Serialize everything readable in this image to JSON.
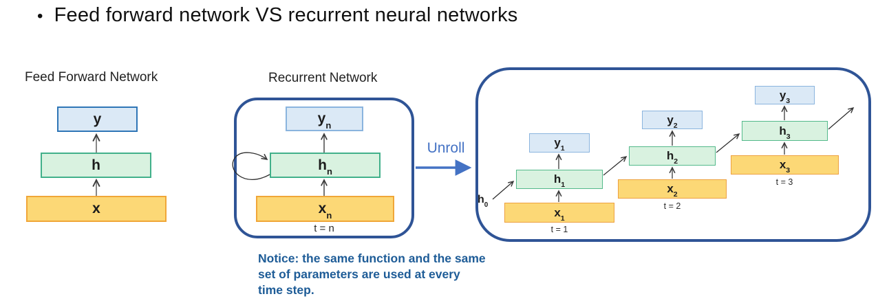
{
  "title": {
    "bullet": "•",
    "text": "Feed forward network VS recurrent neural networks"
  },
  "ffn": {
    "label": "Feed Forward Network",
    "boxes": {
      "y": {
        "base": "y",
        "sub": ""
      },
      "h": {
        "base": "h",
        "sub": ""
      },
      "x": {
        "base": "x",
        "sub": ""
      }
    }
  },
  "rnn": {
    "label": "Recurrent Network",
    "boxes": {
      "y": {
        "base": "y",
        "sub": "n"
      },
      "h": {
        "base": "h",
        "sub": "n"
      },
      "x": {
        "base": "x",
        "sub": "n"
      }
    },
    "time_label": "t = n"
  },
  "unroll": {
    "label": "Unroll"
  },
  "unrolled": {
    "initial_state": {
      "base": "h",
      "sub": "0"
    },
    "steps": [
      {
        "y": {
          "base": "y",
          "sub": "1"
        },
        "h": {
          "base": "h",
          "sub": "1"
        },
        "x": {
          "base": "x",
          "sub": "1"
        },
        "time_label": "t = 1"
      },
      {
        "y": {
          "base": "y",
          "sub": "2"
        },
        "h": {
          "base": "h",
          "sub": "2"
        },
        "x": {
          "base": "x",
          "sub": "2"
        },
        "time_label": "t = 2"
      },
      {
        "y": {
          "base": "y",
          "sub": "3"
        },
        "h": {
          "base": "h",
          "sub": "3"
        },
        "x": {
          "base": "x",
          "sub": "3"
        },
        "time_label": "t = 3"
      }
    ]
  },
  "notice": {
    "text": "Notice: the same function and the same set of parameters are used at every time step."
  },
  "colors": {
    "accent_blue": "#4472c4",
    "container_border": "#2f5496",
    "box_blue_fill": "#dbe9f6",
    "box_blue_border_strong": "#2e75b6",
    "box_blue_border_light": "#8ab4de",
    "box_green_fill": "#d9f2e0",
    "box_green_border": "#41b08a",
    "box_orange_fill": "#fcd876",
    "box_orange_border": "#f0a638",
    "notice_text": "#1e5c97",
    "arrow": "#3a3a3a"
  }
}
